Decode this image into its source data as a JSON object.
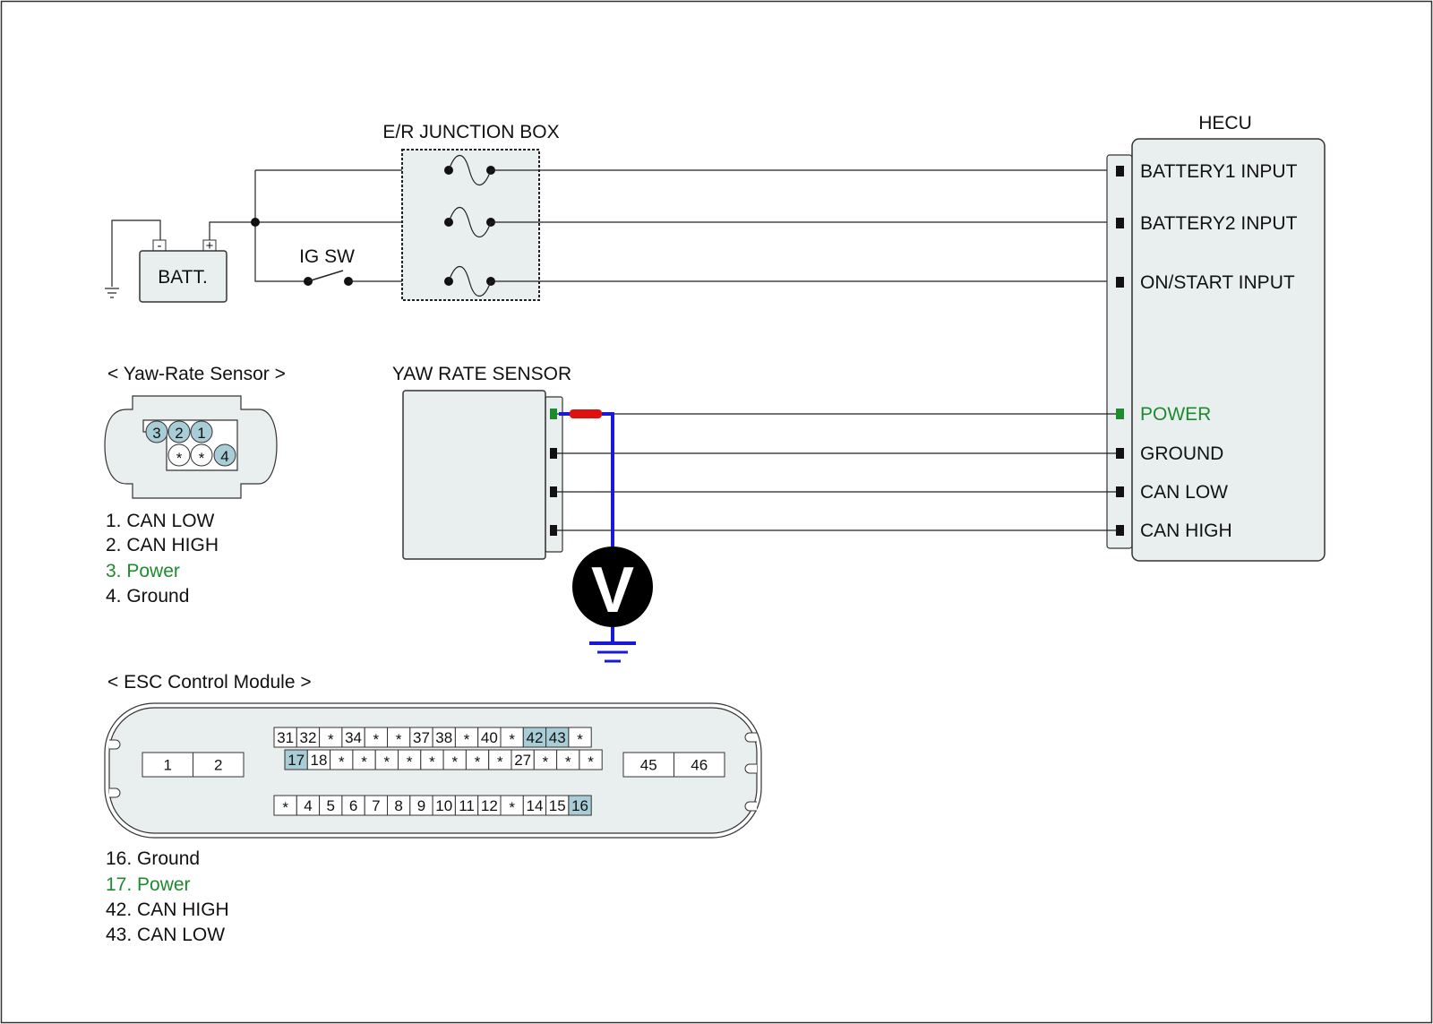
{
  "colors": {
    "component_fill": "#e9efee",
    "highlight_pin": "#a9cdd6",
    "power_green": "#1e8a2e",
    "probe_blue": "#1a1ad6",
    "probe_red": "#e01010",
    "meter_black": "#000000"
  },
  "junction_box": {
    "title": "E/R JUNCTION BOX"
  },
  "battery": {
    "label": "BATT.",
    "neg": "-",
    "pos": "+"
  },
  "ig_switch": {
    "label": "IG SW"
  },
  "hecu": {
    "title": "HECU",
    "inputs": [
      "BATTERY1 INPUT",
      "BATTERY2 INPUT",
      "ON/START INPUT"
    ],
    "sensor_pins": [
      "POWER",
      "GROUND",
      "CAN LOW",
      "CAN HIGH"
    ]
  },
  "yaw_sensor": {
    "title": "YAW RATE SENSOR"
  },
  "meter": {
    "symbol": "V"
  },
  "yaw_connector": {
    "title": "< Yaw-Rate Sensor >",
    "top_pins": [
      "3",
      "2",
      "1"
    ],
    "bottom_pins": [
      "*",
      "*",
      "4"
    ],
    "legend": [
      "1. CAN LOW",
      "2. CAN HIGH",
      "3. Power",
      "4. Ground"
    ]
  },
  "esc_connector": {
    "title": "< ESC Control Module >",
    "left_block": [
      "1",
      "2"
    ],
    "right_block": [
      "45",
      "46"
    ],
    "row1": [
      "31",
      "32",
      "*",
      "34",
      "*",
      "*",
      "37",
      "38",
      "*",
      "40",
      "*",
      "42",
      "43",
      "*"
    ],
    "row2": [
      "17",
      "18",
      "*",
      "*",
      "*",
      "*",
      "*",
      "*",
      "*",
      "*",
      "27",
      "*",
      "*",
      "*"
    ],
    "row3": [
      "*",
      "4",
      "5",
      "6",
      "7",
      "8",
      "9",
      "10",
      "11",
      "12",
      "*",
      "14",
      "15",
      "16"
    ],
    "highlighted": [
      "42",
      "43",
      "17",
      "16"
    ],
    "legend": [
      "16. Ground",
      "17. Power",
      "42. CAN HIGH",
      "43. CAN LOW"
    ]
  }
}
